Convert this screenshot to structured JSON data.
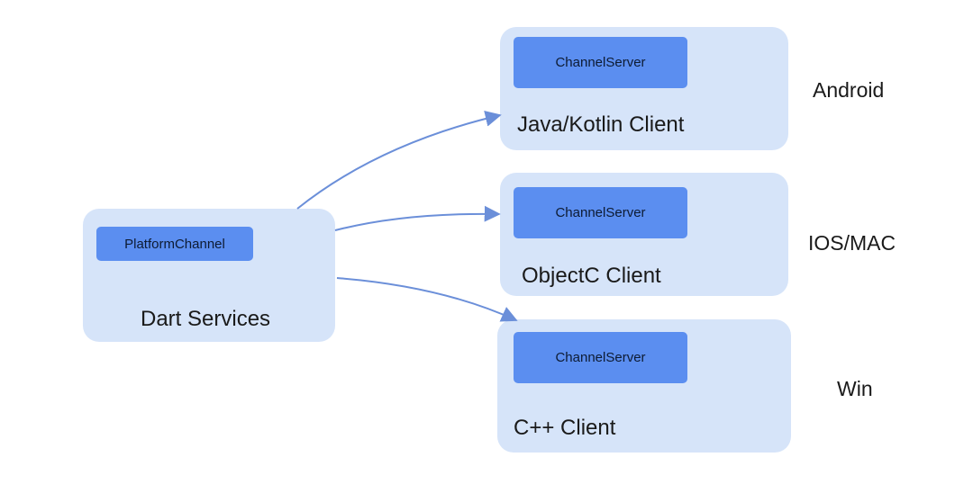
{
  "dart": {
    "chip_label": "PlatformChannel",
    "label": "Dart Services"
  },
  "clients": [
    {
      "chip_label": "ChannelServer",
      "label": "Java/Kotlin Client",
      "platform": "Android"
    },
    {
      "chip_label": "ChannelServer",
      "label": "ObjectC Client",
      "platform": "IOS/MAC"
    },
    {
      "chip_label": "ChannelServer",
      "label": "C++ Client",
      "platform": "Win"
    }
  ],
  "colors": {
    "box_fill": "#d6e4f9",
    "chip_fill": "#5b8ef0",
    "arrow": "#6b8fd9"
  }
}
